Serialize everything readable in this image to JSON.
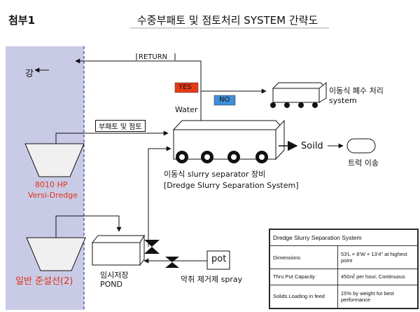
{
  "header": {
    "attachment_label": "첨부1",
    "title": "수중부패토 및 점토처리 SYSTEM 간략도"
  },
  "labels": {
    "river": "강",
    "return": "RETURN",
    "yes": "YES",
    "no": "NO",
    "water": "Water",
    "mobile_wastewater": "이동식 폐수 처리",
    "system": "system",
    "sludge_clay": "부패토 및 점토",
    "solid": "Soild",
    "truck": "트럭 이송",
    "separator_kr": "이동식 slurry separator 장비",
    "separator_en": "[Dredge Slurry Separation System]",
    "dredge1_line1": "8010 HP",
    "dredge1_line2": "Versi-Dredge",
    "dredge2": "일반 준설선(2)",
    "pond_line1": "임시저장",
    "pond_line2": "POND",
    "pot": "pot",
    "odor": "악취 제거제  spray"
  },
  "colors": {
    "dashed_band": "#c9cbe6",
    "yes_red": "#e63a16",
    "no_blue": "#3e8ed8",
    "dredge_red": "#e03018",
    "title_underline": "#b7b7b7"
  },
  "spec_table": {
    "title": "Dredge Slurry Separation System",
    "rows": [
      {
        "label": "Dimensions",
        "value": "53'L × 8'W × 13'4\" at highest point"
      },
      {
        "label": "Thru Put Capacity",
        "value": "450㎥ per hour, Continuous"
      },
      {
        "label": "Solids Loading in feed",
        "value": "15% by weight for best performance"
      }
    ]
  }
}
